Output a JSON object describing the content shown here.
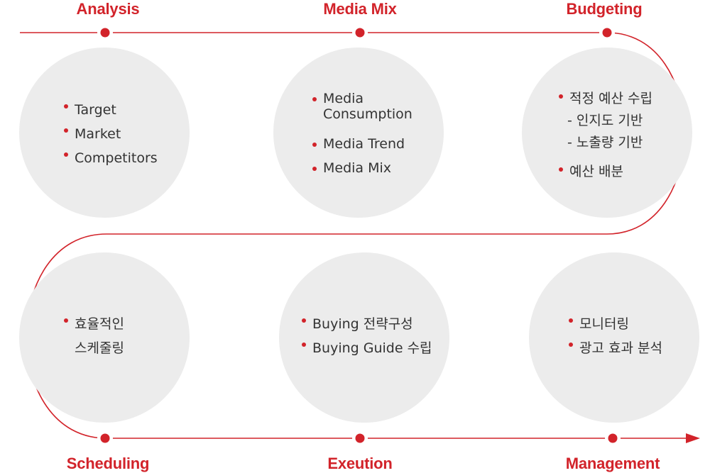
{
  "colors": {
    "accent": "#d2232a",
    "circle_fill": "#ececec",
    "text": "#333333"
  },
  "steps": [
    {
      "title": "Analysis",
      "items": [
        {
          "text": "Target",
          "bullet": true
        },
        {
          "text": "Market",
          "bullet": true
        },
        {
          "text": "Competitors",
          "bullet": true
        }
      ]
    },
    {
      "title": "Media Mix",
      "items": [
        {
          "text": "Media\nConsumption",
          "bullet": true
        },
        {
          "text": "Media Trend",
          "bullet": true
        },
        {
          "text": "Media Mix",
          "bullet": true
        }
      ]
    },
    {
      "title": "Budgeting",
      "items": [
        {
          "text": "적정 예산 수립",
          "bullet": true
        },
        {
          "text": "- 인지도 기반",
          "bullet": false
        },
        {
          "text": "- 노출량 기반",
          "bullet": false
        },
        {
          "text": "예산 배분",
          "bullet": true
        }
      ]
    },
    {
      "title": "Scheduling",
      "items": [
        {
          "text": "효율적인\n스케줄링",
          "bullet": true
        }
      ]
    },
    {
      "title": "Exeution",
      "items": [
        {
          "text": "Buying 전략구성",
          "bullet": true
        },
        {
          "text": "Buying Guide 수립",
          "bullet": true
        }
      ]
    },
    {
      "title": "Management",
      "items": [
        {
          "text": "모니터링",
          "bullet": true
        },
        {
          "text": "광고 효과 분석",
          "bullet": true
        }
      ]
    }
  ]
}
